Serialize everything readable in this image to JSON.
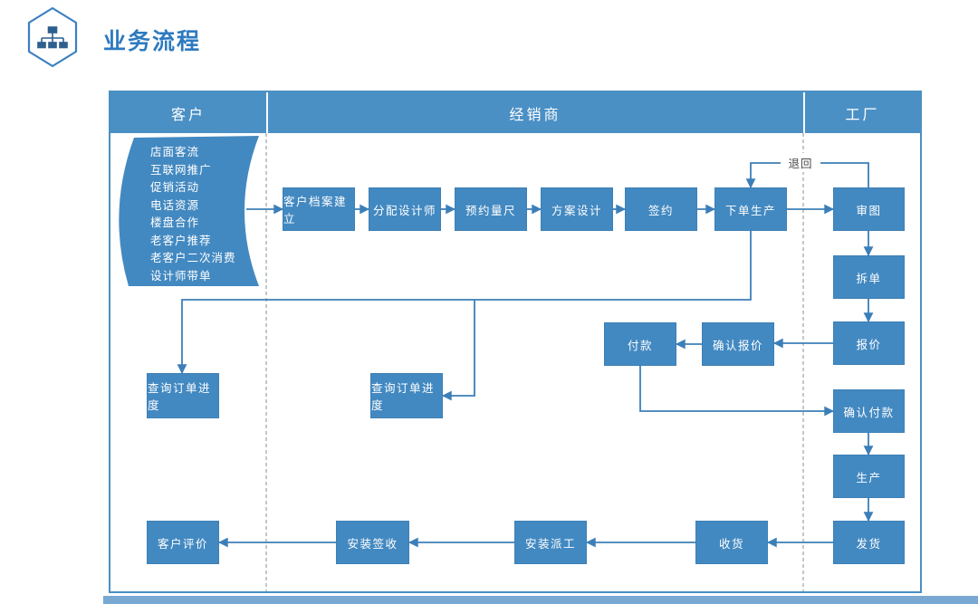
{
  "page": {
    "title": "业务流程"
  },
  "colors": {
    "node_fill": "#4389c1",
    "lane_header_fill": "#4b90c5",
    "connector": "#3c7fb8",
    "title_text": "#2d7ac0",
    "frame_border": "#4a8fc2",
    "lane_divider": "#9aa4ab",
    "bottom_strip": "#79a9d2"
  },
  "diagram": {
    "lanes": [
      {
        "label": "客户"
      },
      {
        "label": "经销商"
      },
      {
        "label": "工厂"
      }
    ],
    "sources": [
      "店面客流",
      "互联网推广",
      "促销活动",
      "电话资源",
      "楼盘合作",
      "老客户推荐",
      "老客户二次消费",
      "设计师带单"
    ],
    "nodes": {
      "customer_file": "客户档案建立",
      "assign_designer": "分配设计师",
      "appointment_measure": "预约量尺",
      "plan_design": "方案设计",
      "sign_contract": "签约",
      "order_production": "下单生产",
      "review_drawing": "审图",
      "split_order": "拆单",
      "quotation": "报价",
      "confirm_quotation": "确认报价",
      "payment": "付款",
      "confirm_payment": "确认付款",
      "production": "生产",
      "ship_goods": "发货",
      "receive_goods": "收货",
      "install_dispatch": "安装派工",
      "install_signoff": "安装签收",
      "customer_review": "客户评价",
      "query_order_customer": "查询订单进度",
      "query_order_dealer": "查询订单进度"
    },
    "edge_labels": {
      "return_label": "退回"
    }
  }
}
